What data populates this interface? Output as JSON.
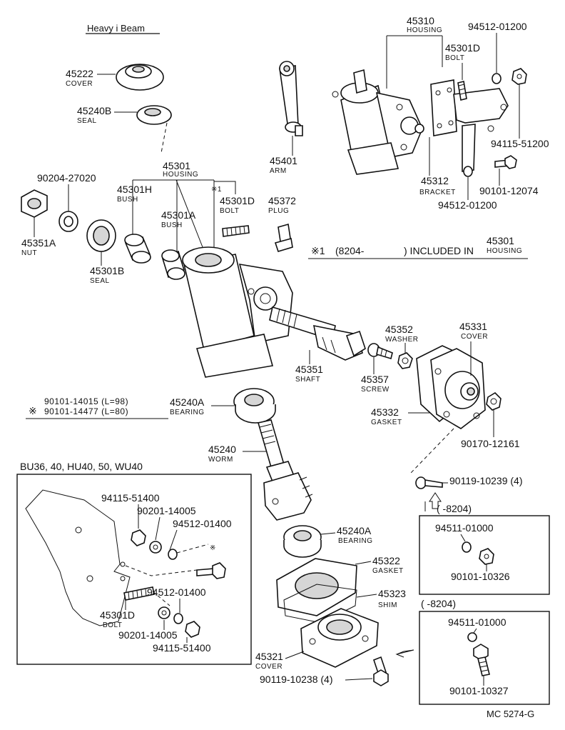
{
  "title": "Heavy i Beam",
  "footer": "MC 5274-G",
  "note_included": {
    "mark": "※1",
    "text": "(8204-",
    "text2": ") INCLUDED IN",
    "ref_pn": "45301",
    "ref_name": "HOUSING"
  },
  "note_bolts": {
    "mark": "※",
    "line1": "90101-14015 (L=98)",
    "line2": "90101-14477 (L=80)"
  },
  "inset_title": "BU36, 40, HU40, 50, WU40",
  "parts": {
    "p45222": {
      "pn": "45222",
      "name": "COVER"
    },
    "p45240B": {
      "pn": "45240B",
      "name": "SEAL"
    },
    "p90204": {
      "pn": "90204-27020"
    },
    "p45301": {
      "pn": "45301",
      "name": "HOUSING"
    },
    "p45301H": {
      "pn": "45301H",
      "name": "BUSH"
    },
    "p45301A": {
      "pn": "45301A",
      "name": "BUSH"
    },
    "p45301D": {
      "pn": "45301D",
      "name": "BOLT",
      "mark": "※1"
    },
    "p45372": {
      "pn": "45372",
      "name": "PLUG"
    },
    "p45401": {
      "pn": "45401",
      "name": "ARM"
    },
    "p45351A": {
      "pn": "45351A",
      "name": "NUT"
    },
    "p45301B": {
      "pn": "45301B",
      "name": "SEAL"
    },
    "p45310": {
      "pn": "45310",
      "name": "HOUSING"
    },
    "p94512a": {
      "pn": "94512-01200"
    },
    "p45301D2": {
      "pn": "45301D",
      "name": "BOLT"
    },
    "p94115a": {
      "pn": "94115-51200"
    },
    "p45312": {
      "pn": "45312",
      "name": "BRACKET"
    },
    "p90101a": {
      "pn": "90101-12074"
    },
    "p94512b": {
      "pn": "94512-01200"
    },
    "p45352": {
      "pn": "45352",
      "name": "WASHER"
    },
    "p45331": {
      "pn": "45331",
      "name": "COVER"
    },
    "p45351": {
      "pn": "45351",
      "name": "SHAFT"
    },
    "p45357": {
      "pn": "45357",
      "name": "SCREW"
    },
    "p45332": {
      "pn": "45332",
      "name": "GASKET"
    },
    "p90170": {
      "pn": "90170-12161"
    },
    "p45240A": {
      "pn": "45240A",
      "name": "BEARING"
    },
    "p45240": {
      "pn": "45240",
      "name": "WORM"
    },
    "p90119a": {
      "pn": "90119-10239 (4)"
    },
    "p45240A2": {
      "pn": "45240A",
      "name": "BEARING"
    },
    "p45322": {
      "pn": "45322",
      "name": "GASKET"
    },
    "p45323": {
      "pn": "45323",
      "name": "SHIM"
    },
    "p45321": {
      "pn": "45321",
      "name": "COVER"
    },
    "p90119b": {
      "pn": "90119-10238 (4)"
    }
  },
  "inset_parts": {
    "i94115a": {
      "pn": "94115-51400"
    },
    "i90201a": {
      "pn": "90201-14005"
    },
    "i94512a": {
      "pn": "94512-01400"
    },
    "i_mark": {
      "pn": "※"
    },
    "i94512b": {
      "pn": "94512-01400"
    },
    "i45301D": {
      "pn": "45301D",
      "name": "BOLT"
    },
    "i90201b": {
      "pn": "90201-14005"
    },
    "i94115b": {
      "pn": "94115-51400"
    }
  },
  "box1": {
    "range": "(      -8204)",
    "pn1": "94511-01000",
    "pn2": "90101-10326"
  },
  "box2": {
    "range": "(      -8204)",
    "pn1": "94511-01000",
    "pn2": "90101-10327"
  }
}
